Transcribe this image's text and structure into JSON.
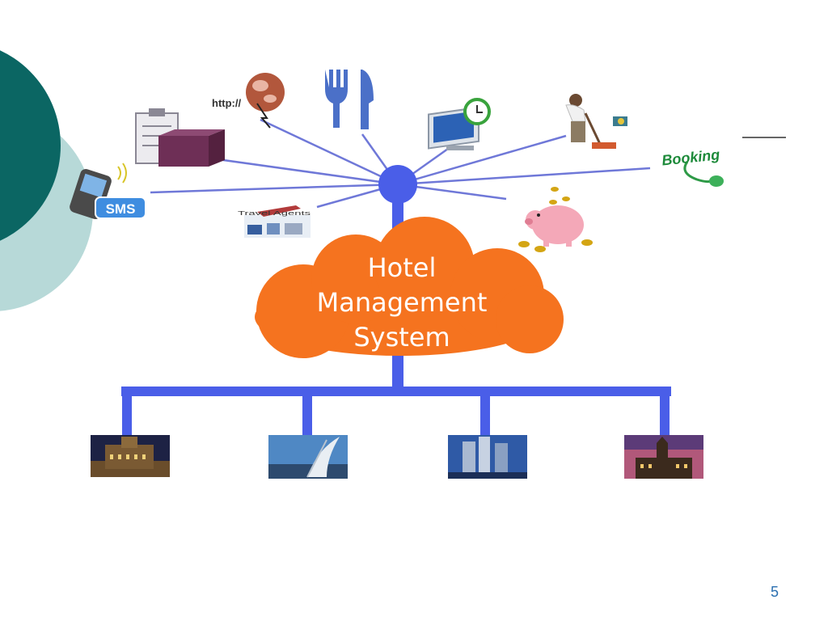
{
  "slide": {
    "page_number": "5",
    "accent_dark": "#0b6663",
    "accent_light": "#b7d9d8"
  },
  "diagram": {
    "hub_title": [
      "Hotel",
      "Management",
      "System"
    ],
    "colors": {
      "connector": "#4a5ee8",
      "spoke": "#6f78d8",
      "cloud": "#f5731f",
      "cloud_text": "#ffffff"
    },
    "services": [
      {
        "name": "web",
        "label": "http://",
        "icon": "globe-icon"
      },
      {
        "name": "restaurant",
        "icon": "fork-knife-icon"
      },
      {
        "name": "computer",
        "icon": "computer-clock-icon"
      },
      {
        "name": "housekeeping",
        "icon": "cleaning-person-icon"
      },
      {
        "name": "booking",
        "label": "Booking",
        "icon": "booking-mouse-icon"
      },
      {
        "name": "payment",
        "icon": "piggy-bank-icon"
      },
      {
        "name": "travel",
        "label": "Travel Agents",
        "icon": "travel-agent-icon"
      },
      {
        "name": "sms",
        "label": "SMS",
        "icon": "sms-phone-icon"
      },
      {
        "name": "inventory",
        "icon": "clipboard-box-icon"
      }
    ],
    "branches": [
      {
        "name": "hotel-1",
        "icon": "hotel-building-icon"
      },
      {
        "name": "hotel-2",
        "icon": "hotel-sail-icon"
      },
      {
        "name": "hotel-3",
        "icon": "hotel-towers-icon"
      },
      {
        "name": "hotel-4",
        "icon": "hotel-palace-icon"
      }
    ]
  }
}
